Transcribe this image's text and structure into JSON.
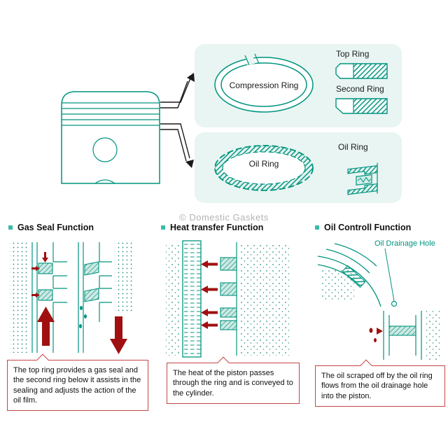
{
  "colors": {
    "teal": "#00947e",
    "panel_bg": "#e8f5f2",
    "arrow_red": "#a01010",
    "caption_border": "#c64545",
    "watermark_gray": "#b3b3b3"
  },
  "watermark": "© Domestic Gaskets",
  "overview": {
    "compression_ring_label": "Compression Ring",
    "top_ring_label": "Top Ring",
    "second_ring_label": "Second Ring",
    "oil_ring_label": "Oil Ring",
    "oil_ring_section_label": "Oil Ring"
  },
  "sections": {
    "gas_seal": {
      "title": "Gas Seal Function",
      "caption": "The top ring provides a gas seal and the second ring below it assists in the sealing and adjusts the action of the oil film."
    },
    "heat_transfer": {
      "title": "Heat transfer Function",
      "caption": "The heat of the piston passes through the ring and is conveyed to the cylinder."
    },
    "oil_control": {
      "title": "Oil Controll Function",
      "annotation": "Oil Drainage Hole",
      "caption": "The oil scraped off by the oil ring flows from the oil drainage hole into the piston."
    }
  }
}
